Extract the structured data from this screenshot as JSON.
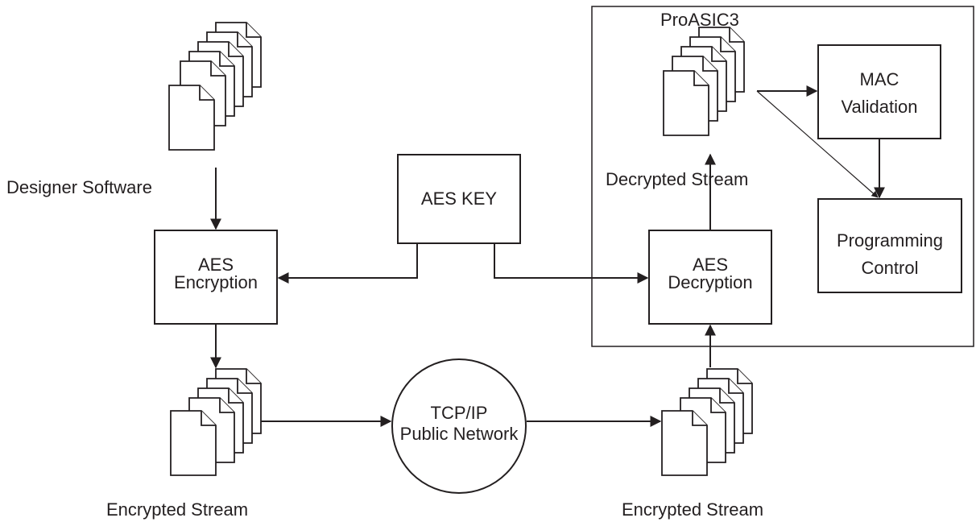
{
  "diagram": {
    "container_label": "ProASIC3",
    "sources": {
      "designer_software": "Designer Software",
      "encrypted_stream_left": "Encrypted Stream",
      "encrypted_stream_right": "Encrypted Stream",
      "decrypted_stream": "Decrypted Stream"
    },
    "boxes": {
      "aes_key": "AES KEY",
      "aes_encryption_line1": "AES",
      "aes_encryption_line2": "Encryption",
      "aes_decryption_line1": "AES",
      "aes_decryption_line2": "Decryption",
      "mac_validation_line1": "MAC",
      "mac_validation_line2": "Validation",
      "programming_control_line1": "Programming",
      "programming_control_line2": "Control"
    },
    "network": {
      "line1": "TCP/IP",
      "line2": "Public Network"
    }
  }
}
